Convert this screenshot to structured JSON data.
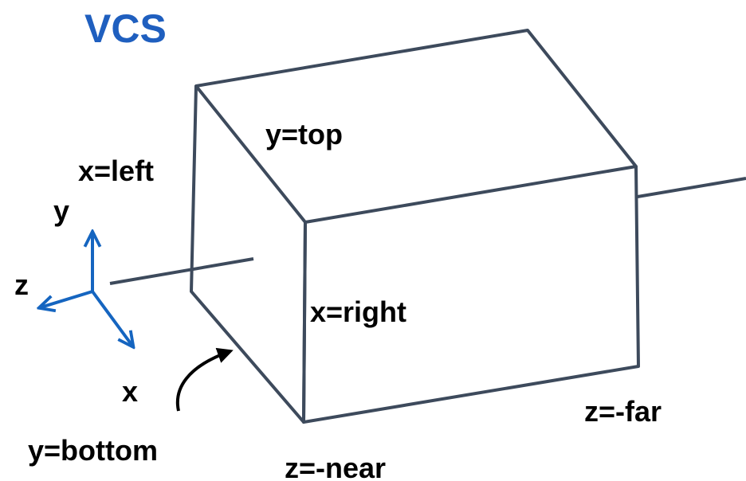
{
  "title": "VCS",
  "labels": {
    "y_top": "y=top",
    "x_left": "x=left",
    "x_right": "x=right",
    "y_bottom": "y=bottom",
    "z_near": "z=-near",
    "z_far": "z=-far"
  },
  "axes": {
    "x": "x",
    "y": "y",
    "z": "z"
  },
  "colors": {
    "title": "#1f5fbf",
    "axes": "#1565c0",
    "frustum": "#3d4a5c",
    "arrow": "#000000",
    "text": "#000000"
  }
}
